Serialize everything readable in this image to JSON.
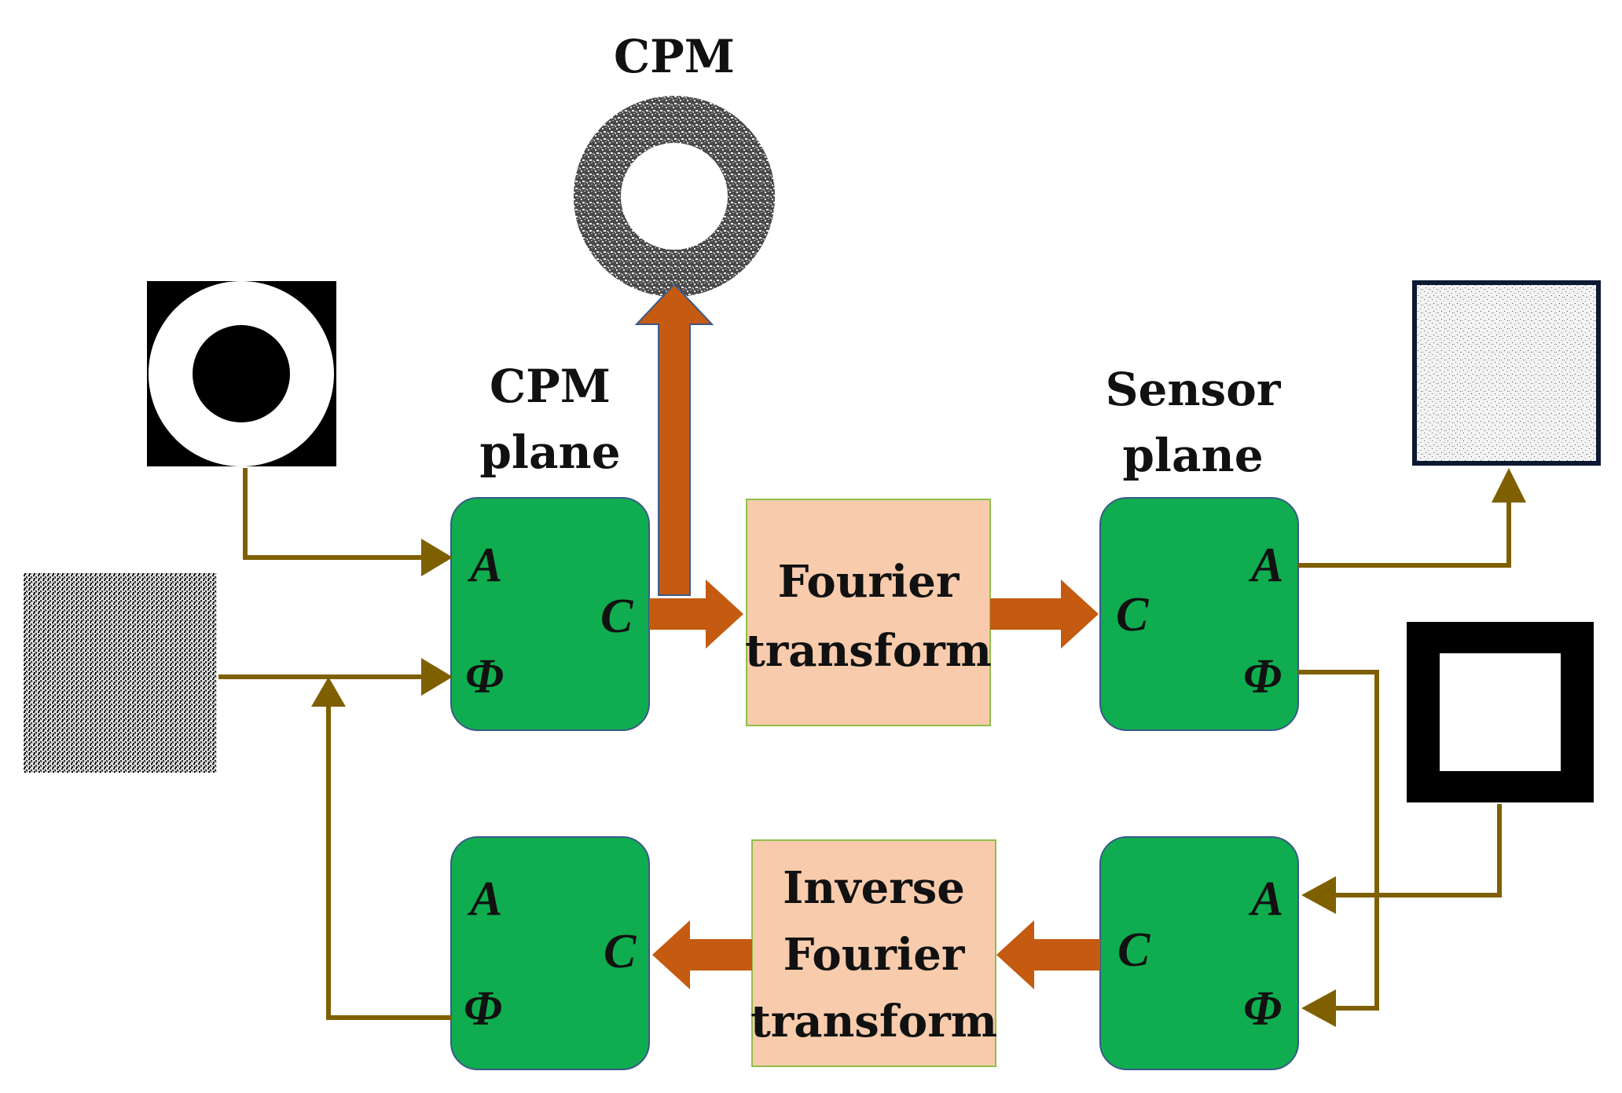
{
  "colors": {
    "block_green": "#0fad4f",
    "block_green_stroke": "#3a5a8a",
    "transform_fill": "#f7cbac",
    "transform_stroke": "#8fbf4a",
    "orange_arrow": "#c55a11",
    "olive_line": "#7f6000"
  },
  "labels": {
    "cpm_top": "CPM",
    "cpm_plane_1": "CPM",
    "cpm_plane_2": "plane",
    "sensor_plane_1": "Sensor",
    "sensor_plane_2": "plane",
    "ft_1": "Fourier",
    "ft_2": "transform",
    "ift_1": "Inverse",
    "ift_2": "Fourier",
    "ift_3": "transform"
  },
  "ports": {
    "amplitude": "A",
    "phase": "Φ",
    "complex": "C"
  },
  "icons": {
    "input_amplitude": "ring-with-black-disk-image",
    "input_phase": "random-noise-image",
    "cpm_output": "noise-ring-image",
    "sensor_amplitude": "noise-square-image",
    "sensor_constraint": "black-frame-square-image"
  }
}
